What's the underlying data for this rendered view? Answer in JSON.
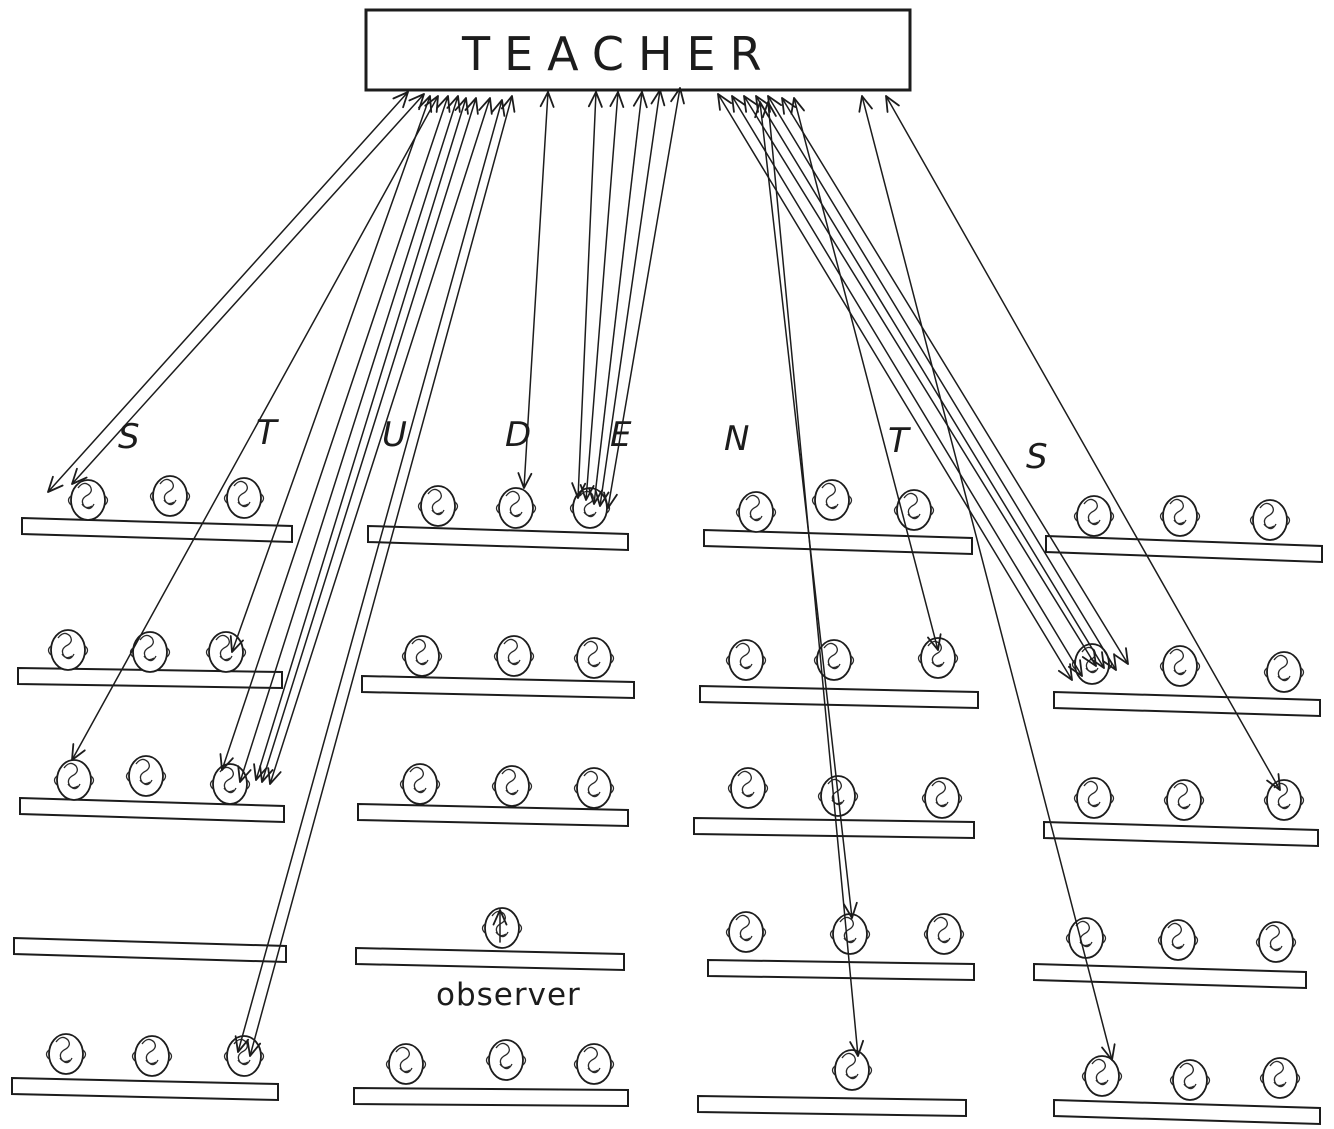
{
  "teacher": {
    "label": "TEACHER"
  },
  "students_label": [
    "S",
    "T",
    "U",
    "D",
    "E",
    "N",
    "T",
    "S"
  ],
  "observer": {
    "label": "observer"
  }
}
